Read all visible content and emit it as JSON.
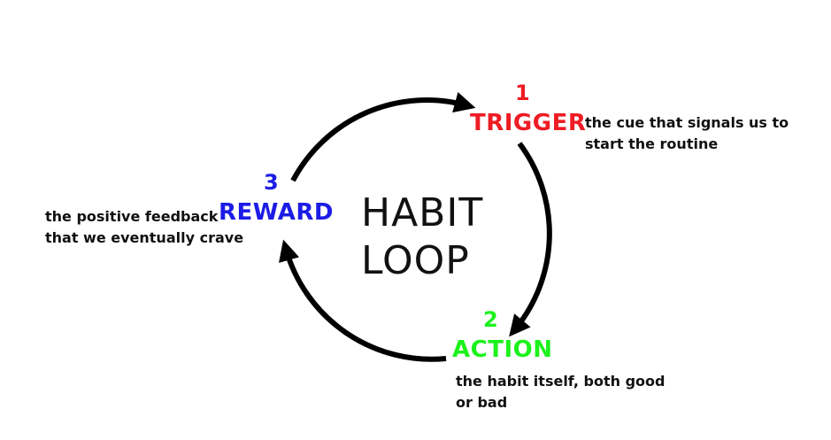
{
  "diagram": {
    "title_lines": [
      "HABIT",
      "LOOP"
    ],
    "steps": [
      {
        "number": "1",
        "label": "TRIGGER",
        "color": "#ee1c24",
        "description_lines": [
          "the cue that signals us to",
          "start the routine"
        ]
      },
      {
        "number": "2",
        "label": "ACTION",
        "color": "#1cf21c",
        "description_lines": [
          "the habit itself, both good",
          "or bad"
        ]
      },
      {
        "number": "3",
        "label": "REWARD",
        "color": "#1c1ce6",
        "description_lines": [
          "the positive feedback",
          "that we eventually crave"
        ]
      }
    ],
    "arrow_color": "#000000"
  }
}
